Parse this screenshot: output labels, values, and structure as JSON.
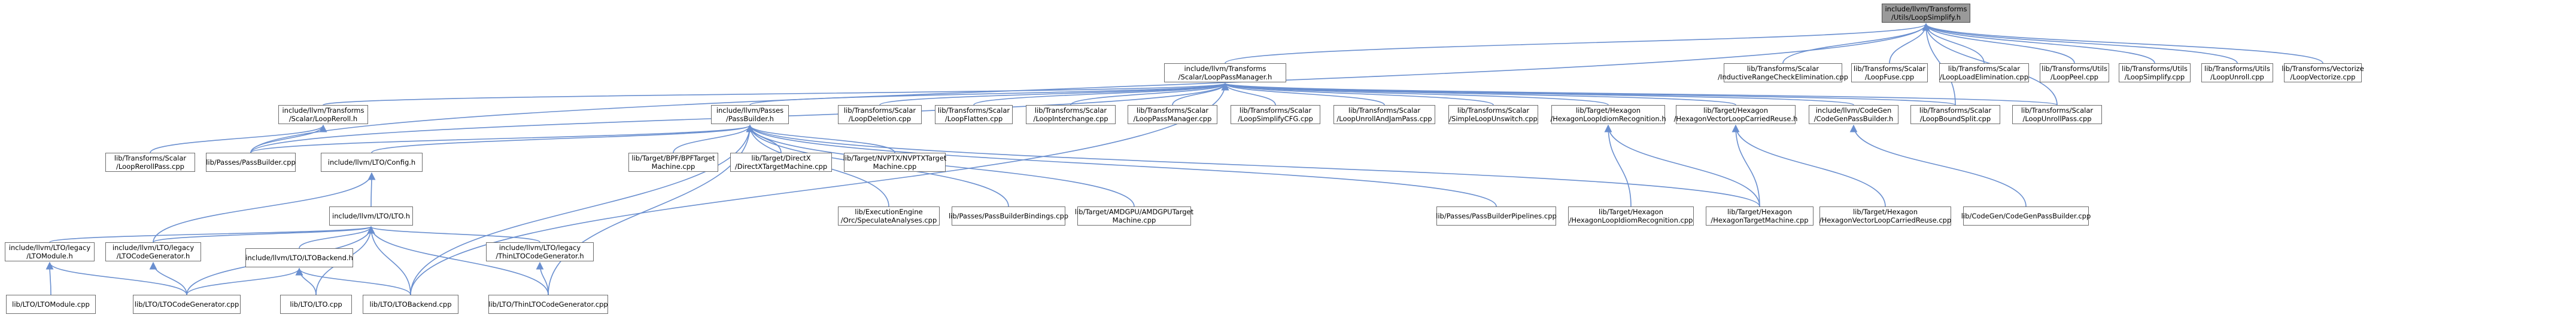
{
  "colors": {
    "edge": "#6a8fcf",
    "node_border": "#6e6e6e",
    "root_fill": "#9a9a9a",
    "node_fill": "#ffffff"
  },
  "nodes": [
    {
      "id": "root",
      "lines": [
        "include/llvm/Transforms",
        "/Utils/LoopSimplify.h"
      ],
      "root": true
    },
    {
      "id": "lpm",
      "lines": [
        "include/llvm/Transforms",
        "/Scalar/LoopPassManager.h"
      ]
    },
    {
      "id": "irce",
      "lines": [
        "lib/Transforms/Scalar",
        "/InductiveRangeCheckElimination.cpp"
      ]
    },
    {
      "id": "fuse",
      "lines": [
        "lib/Transforms/Scalar",
        "/LoopFuse.cpp"
      ]
    },
    {
      "id": "loadelim",
      "lines": [
        "lib/Transforms/Scalar",
        "/LoopLoadElimination.cpp"
      ]
    },
    {
      "id": "peel",
      "lines": [
        "lib/Transforms/Utils",
        "/LoopPeel.cpp"
      ]
    },
    {
      "id": "simplifycpp",
      "lines": [
        "lib/Transforms/Utils",
        "/LoopSimplify.cpp"
      ]
    },
    {
      "id": "unrollcpp",
      "lines": [
        "lib/Transforms/Utils",
        "/LoopUnroll.cpp"
      ]
    },
    {
      "id": "vectorize",
      "lines": [
        "lib/Transforms/Vectorize",
        "/LoopVectorize.cpp"
      ]
    },
    {
      "id": "reroll_h",
      "lines": [
        "include/llvm/Transforms",
        "/Scalar/LoopReroll.h"
      ]
    },
    {
      "id": "passbuilder_h",
      "lines": [
        "include/llvm/Passes",
        "/PassBuilder.h"
      ]
    },
    {
      "id": "deletion",
      "lines": [
        "lib/Transforms/Scalar",
        "/LoopDeletion.cpp"
      ]
    },
    {
      "id": "flatten",
      "lines": [
        "lib/Transforms/Scalar",
        "/LoopFlatten.cpp"
      ]
    },
    {
      "id": "interchange",
      "lines": [
        "lib/Transforms/Scalar",
        "/LoopInterchange.cpp"
      ]
    },
    {
      "id": "lpmcpp",
      "lines": [
        "lib/Transforms/Scalar",
        "/LoopPassManager.cpp"
      ]
    },
    {
      "id": "simplifycfg",
      "lines": [
        "lib/Transforms/Scalar",
        "/LoopSimplifyCFG.cpp"
      ]
    },
    {
      "id": "unrolljam",
      "lines": [
        "lib/Transforms/Scalar",
        "/LoopUnrollAndJamPass.cpp"
      ]
    },
    {
      "id": "simpleunswitch",
      "lines": [
        "lib/Transforms/Scalar",
        "/SimpleLoopUnswitch.cpp"
      ]
    },
    {
      "id": "hexidiom_h",
      "lines": [
        "lib/Target/Hexagon",
        "/HexagonLoopIdiomRecognition.h"
      ]
    },
    {
      "id": "hexvlcr_h",
      "lines": [
        "lib/Target/Hexagon",
        "/HexagonVectorLoopCarriedReuse.h"
      ]
    },
    {
      "id": "cgpb_h",
      "lines": [
        "include/llvm/CodeGen",
        "/CodeGenPassBuilder.h"
      ]
    },
    {
      "id": "boundsplit",
      "lines": [
        "lib/Transforms/Scalar",
        "/LoopBoundSplit.cpp"
      ]
    },
    {
      "id": "unrollpass",
      "lines": [
        "lib/Transforms/Scalar",
        "/LoopUnrollPass.cpp"
      ]
    },
    {
      "id": "rerollpass",
      "lines": [
        "lib/Transforms/Scalar",
        "/LoopRerollPass.cpp"
      ]
    },
    {
      "id": "passbuildercpp",
      "lines": [
        "lib/Passes/PassBuilder.cpp"
      ]
    },
    {
      "id": "config_h",
      "lines": [
        "include/llvm/LTO/Config.h"
      ]
    },
    {
      "id": "bpf",
      "lines": [
        "lib/Target/BPF/BPFTarget",
        "Machine.cpp"
      ]
    },
    {
      "id": "directx",
      "lines": [
        "lib/Target/DirectX",
        "/DirectXTargetMachine.cpp"
      ]
    },
    {
      "id": "nvptx",
      "lines": [
        "lib/Target/NVPTX/NVPTXTarget",
        "Machine.cpp"
      ]
    },
    {
      "id": "specexec",
      "lines": [
        "lib/ExecutionEngine",
        "/Orc/SpeculateAnalyses.cpp"
      ]
    },
    {
      "id": "bindings",
      "lines": [
        "lib/Passes/PassBuilderBindings.cpp"
      ]
    },
    {
      "id": "amdgpu",
      "lines": [
        "lib/Target/AMDGPU/AMDGPUTarget",
        "Machine.cpp"
      ]
    },
    {
      "id": "pipelines",
      "lines": [
        "lib/Passes/PassBuilderPipelines.cpp"
      ]
    },
    {
      "id": "hexidiomcpp",
      "lines": [
        "lib/Target/Hexagon",
        "/HexagonLoopIdiomRecognition.cpp"
      ]
    },
    {
      "id": "hextm",
      "lines": [
        "lib/Target/Hexagon",
        "/HexagonTargetMachine.cpp"
      ]
    },
    {
      "id": "hexvlcrcpp",
      "lines": [
        "lib/Target/Hexagon",
        "/HexagonVectorLoopCarriedReuse.cpp"
      ]
    },
    {
      "id": "cgpbcpp",
      "lines": [
        "lib/CodeGen/CodeGenPassBuilder.cpp"
      ]
    },
    {
      "id": "lto_h",
      "lines": [
        "include/llvm/LTO/LTO.h"
      ]
    },
    {
      "id": "legacy_ltomodule_h",
      "lines": [
        "include/llvm/LTO/legacy",
        "/LTOModule.h"
      ]
    },
    {
      "id": "legacy_ltocg_h",
      "lines": [
        "include/llvm/LTO/legacy",
        "/LTOCodeGenerator.h"
      ]
    },
    {
      "id": "ltobackend_h",
      "lines": [
        "include/llvm/LTO/LTOBackend.h"
      ]
    },
    {
      "id": "legacy_thin_h",
      "lines": [
        "include/llvm/LTO/legacy",
        "/ThinLTOCodeGenerator.h"
      ]
    },
    {
      "id": "ltomodulecpp",
      "lines": [
        "lib/LTO/LTOModule.cpp"
      ]
    },
    {
      "id": "ltocgcpp",
      "lines": [
        "lib/LTO/LTOCodeGenerator.cpp"
      ]
    },
    {
      "id": "ltocpp",
      "lines": [
        "lib/LTO/LTO.cpp"
      ]
    },
    {
      "id": "ltobackendcpp",
      "lines": [
        "lib/LTO/LTOBackend.cpp"
      ]
    },
    {
      "id": "thincgcpp",
      "lines": [
        "lib/LTO/ThinLTOCodeGenerator.cpp"
      ]
    }
  ],
  "edges": [
    [
      "lpm",
      "root"
    ],
    [
      "irce",
      "root"
    ],
    [
      "fuse",
      "root"
    ],
    [
      "loadelim",
      "root"
    ],
    [
      "peel",
      "root"
    ],
    [
      "simplifycpp",
      "root"
    ],
    [
      "unrollcpp",
      "root"
    ],
    [
      "vectorize",
      "root"
    ],
    [
      "boundsplit",
      "root"
    ],
    [
      "unrollpass",
      "root"
    ],
    [
      "passbuildercpp",
      "root"
    ],
    [
      "reroll_h",
      "lpm"
    ],
    [
      "passbuilder_h",
      "lpm"
    ],
    [
      "deletion",
      "lpm"
    ],
    [
      "flatten",
      "lpm"
    ],
    [
      "interchange",
      "lpm"
    ],
    [
      "lpmcpp",
      "lpm"
    ],
    [
      "simplifycfg",
      "lpm"
    ],
    [
      "unrolljam",
      "lpm"
    ],
    [
      "simpleunswitch",
      "lpm"
    ],
    [
      "hexidiom_h",
      "lpm"
    ],
    [
      "hexvlcr_h",
      "lpm"
    ],
    [
      "cgpb_h",
      "lpm"
    ],
    [
      "boundsplit",
      "lpm"
    ],
    [
      "unrollpass",
      "lpm"
    ],
    [
      "passbuildercpp",
      "lpm"
    ],
    [
      "ltobackendcpp",
      "lpm"
    ],
    [
      "rerollpass",
      "reroll_h"
    ],
    [
      "passbuildercpp",
      "reroll_h"
    ],
    [
      "passbuildercpp",
      "passbuilder_h"
    ],
    [
      "config_h",
      "passbuilder_h"
    ],
    [
      "bpf",
      "passbuilder_h"
    ],
    [
      "directx",
      "passbuilder_h"
    ],
    [
      "nvptx",
      "passbuilder_h"
    ],
    [
      "specexec",
      "passbuilder_h"
    ],
    [
      "bindings",
      "passbuilder_h"
    ],
    [
      "amdgpu",
      "passbuilder_h"
    ],
    [
      "pipelines",
      "passbuilder_h"
    ],
    [
      "hextm",
      "passbuilder_h"
    ],
    [
      "ltobackendcpp",
      "passbuilder_h"
    ],
    [
      "thincgcpp",
      "passbuilder_h"
    ],
    [
      "hexidiomcpp",
      "hexidiom_h"
    ],
    [
      "hextm",
      "hexidiom_h"
    ],
    [
      "hexvlcrcpp",
      "hexvlcr_h"
    ],
    [
      "hextm",
      "hexvlcr_h"
    ],
    [
      "cgpbcpp",
      "cgpb_h"
    ],
    [
      "lto_h",
      "config_h"
    ],
    [
      "legacy_ltocg_h",
      "config_h"
    ],
    [
      "legacy_ltomodule_h",
      "lto_h"
    ],
    [
      "legacy_ltocg_h",
      "lto_h"
    ],
    [
      "ltobackend_h",
      "lto_h"
    ],
    [
      "legacy_thin_h",
      "lto_h"
    ],
    [
      "ltocgcpp",
      "lto_h"
    ],
    [
      "ltocpp",
      "lto_h"
    ],
    [
      "ltobackendcpp",
      "lto_h"
    ],
    [
      "thincgcpp",
      "lto_h"
    ],
    [
      "ltomodulecpp",
      "legacy_ltomodule_h"
    ],
    [
      "ltocgcpp",
      "legacy_ltomodule_h"
    ],
    [
      "ltocgcpp",
      "legacy_ltocg_h"
    ],
    [
      "ltocgcpp",
      "ltobackend_h"
    ],
    [
      "ltocpp",
      "ltobackend_h"
    ],
    [
      "ltobackendcpp",
      "ltobackend_h"
    ],
    [
      "thincgcpp",
      "legacy_thin_h"
    ]
  ]
}
